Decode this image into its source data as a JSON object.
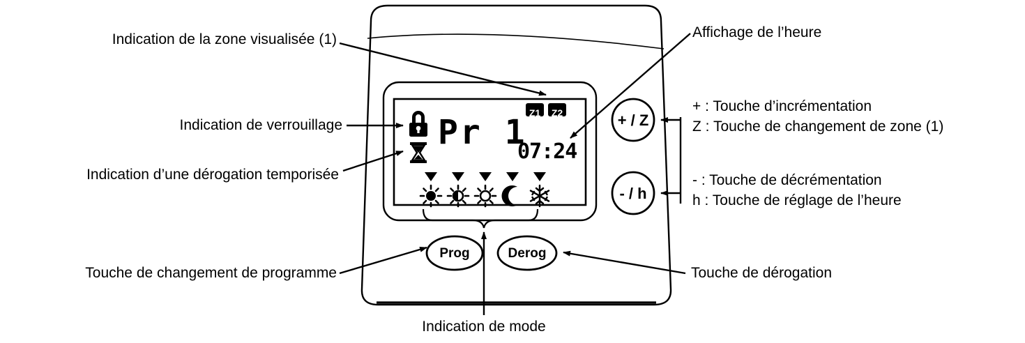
{
  "device": {
    "name": "thermostat-programmer",
    "buttons": {
      "plus_zone": "+ / Z",
      "minus_hour": "- / h",
      "prog": "Prog",
      "derog": "Derog"
    },
    "lcd": {
      "program_text": "Pr 1",
      "time_text": "07:24",
      "zone_badges": [
        "Z1",
        "Z2"
      ],
      "lock_icon": "padlock-icon",
      "timer_icon": "hourglass-icon",
      "mode_icons": [
        {
          "name": "sun-filled-icon",
          "glyph": "☀"
        },
        {
          "name": "sun-half-icon",
          "glyph": "☀"
        },
        {
          "name": "sun-hollow-icon",
          "glyph": "☀"
        },
        {
          "name": "moon-icon",
          "glyph": "☽"
        },
        {
          "name": "snowflake-icon",
          "glyph": "❄"
        }
      ],
      "mode_markers": [
        "▼",
        "▼",
        "▼",
        "▼",
        "▼"
      ]
    }
  },
  "callouts": {
    "zone_visualisee": "Indication de la zone visualisée (1)",
    "verrouillage": "Indication de verrouillage",
    "derogation_temporisee": "Indication d’une dérogation temporisée",
    "affichage_heure": "Affichage de l’heure",
    "incrementation": "+ : Touche d’incrémentation",
    "changement_zone": "Z : Touche de changement de zone (1)",
    "decrementation": "- : Touche de décrémentation",
    "reglage_heure": "h : Touche de réglage de l’heure",
    "changement_programme": "Touche de changement de programme",
    "touche_derogation": "Touche de dérogation",
    "indication_mode": "Indication de mode"
  },
  "colors": {
    "ink": "#000000",
    "paper": "#ffffff"
  }
}
